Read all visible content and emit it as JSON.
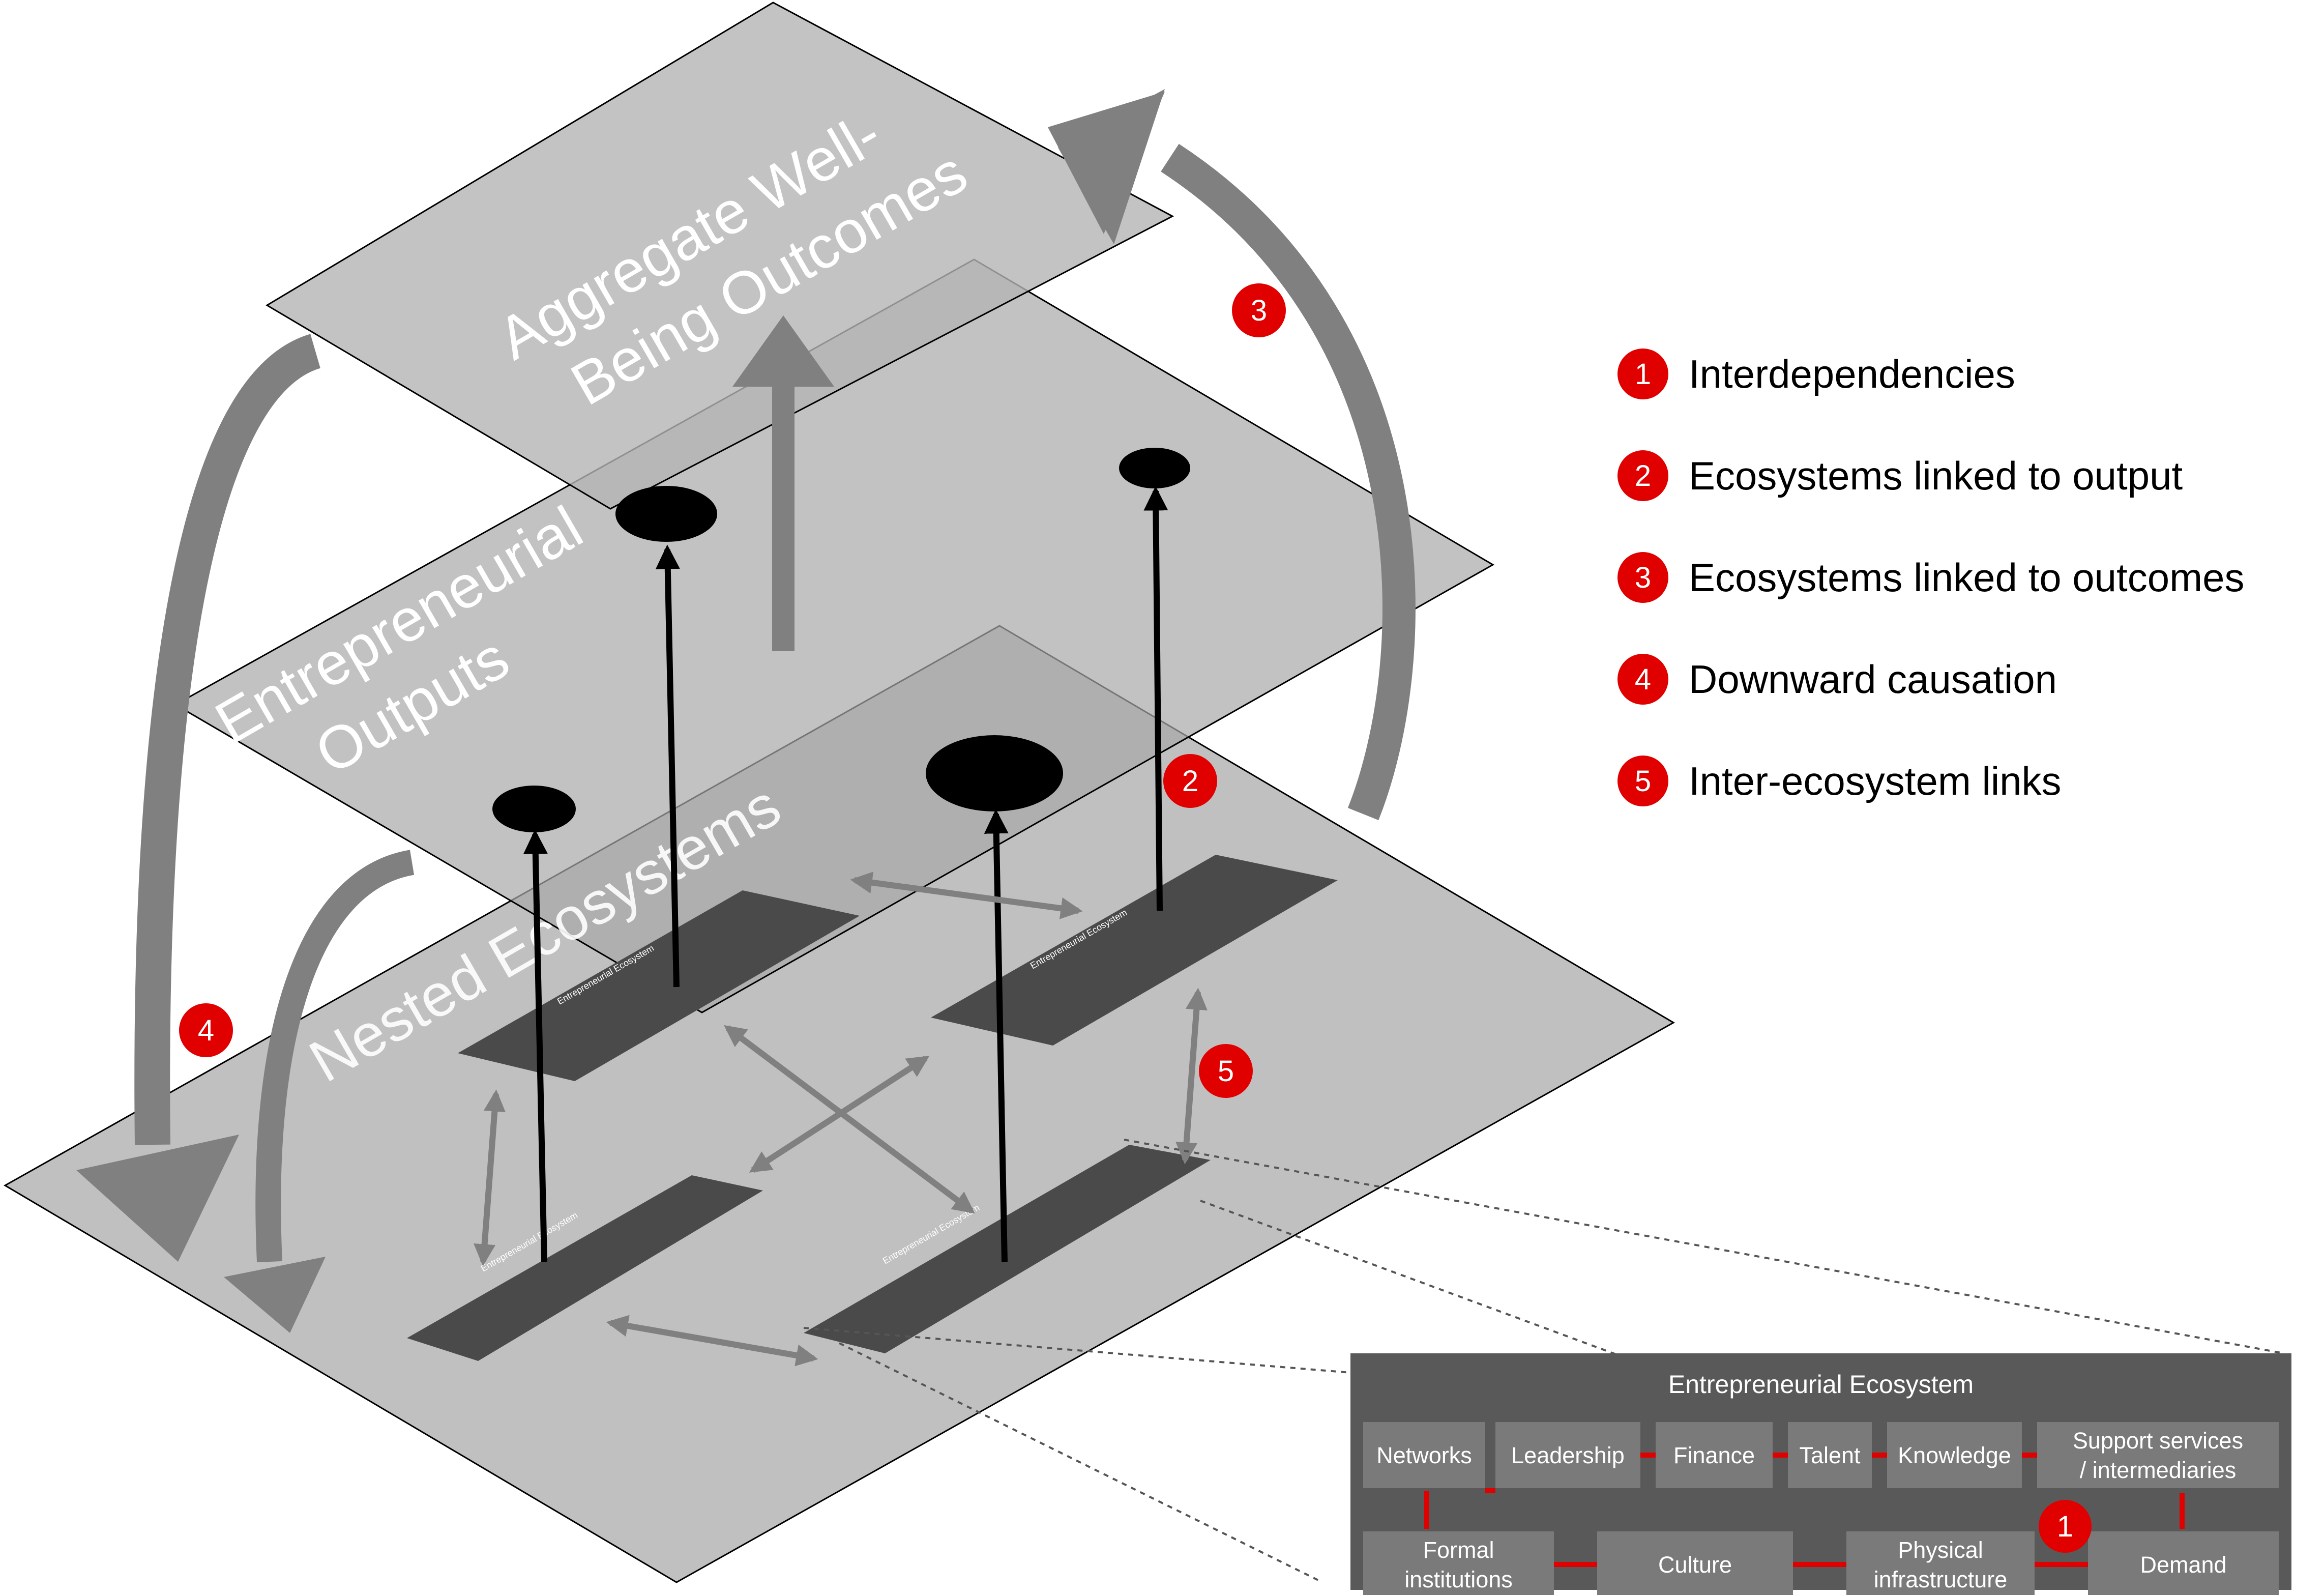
{
  "planes": {
    "top_label_line1": "Aggregate Well-",
    "top_label_line2": "Being Outcomes",
    "middle_label_line1": "Entrepreneurial",
    "middle_label_line2": "Outputs",
    "bottom_label": "Nested Ecosystems"
  },
  "ecosystem": {
    "title": "Entrepreneurial Ecosystem",
    "row1": [
      "Networks",
      "Leadership",
      "Finance",
      "Talent",
      "Knowledge",
      "Support services / intermediaries"
    ],
    "row2": [
      "Formal institutions",
      "Culture",
      "Physical infrastructure",
      "Demand"
    ],
    "row1_lines": [
      [
        "Networks"
      ],
      [
        "Leadership"
      ],
      [
        "Finance"
      ],
      [
        "Talent"
      ],
      [
        "Knowledge"
      ],
      [
        "Support services",
        "/ intermediaries"
      ]
    ],
    "row2_lines": [
      [
        "Formal",
        "institutions"
      ],
      [
        "Culture"
      ],
      [
        "Physical",
        "infrastructure"
      ],
      [
        "Demand"
      ]
    ]
  },
  "badges": {
    "b1": "1",
    "b2": "2",
    "b3": "3",
    "b4": "4",
    "b5": "5",
    "inset": "1"
  },
  "legend": [
    {
      "number": "1",
      "label": "Interdependencies"
    },
    {
      "number": "2",
      "label": "Ecosystems linked to output"
    },
    {
      "number": "3",
      "label": "Ecosystems linked to outcomes"
    },
    {
      "number": "4",
      "label": "Downward causation"
    },
    {
      "number": "5",
      "label": "Inter-ecosystem links"
    }
  ],
  "colors": {
    "plane": "#c0c0c0",
    "plane_translucent": "#b4b4b4",
    "flow_arrow": "#808080",
    "ecosystem_bg": "#505050",
    "cell": "#7a7a7a",
    "badge": "#e00000",
    "link": "#e00000"
  }
}
